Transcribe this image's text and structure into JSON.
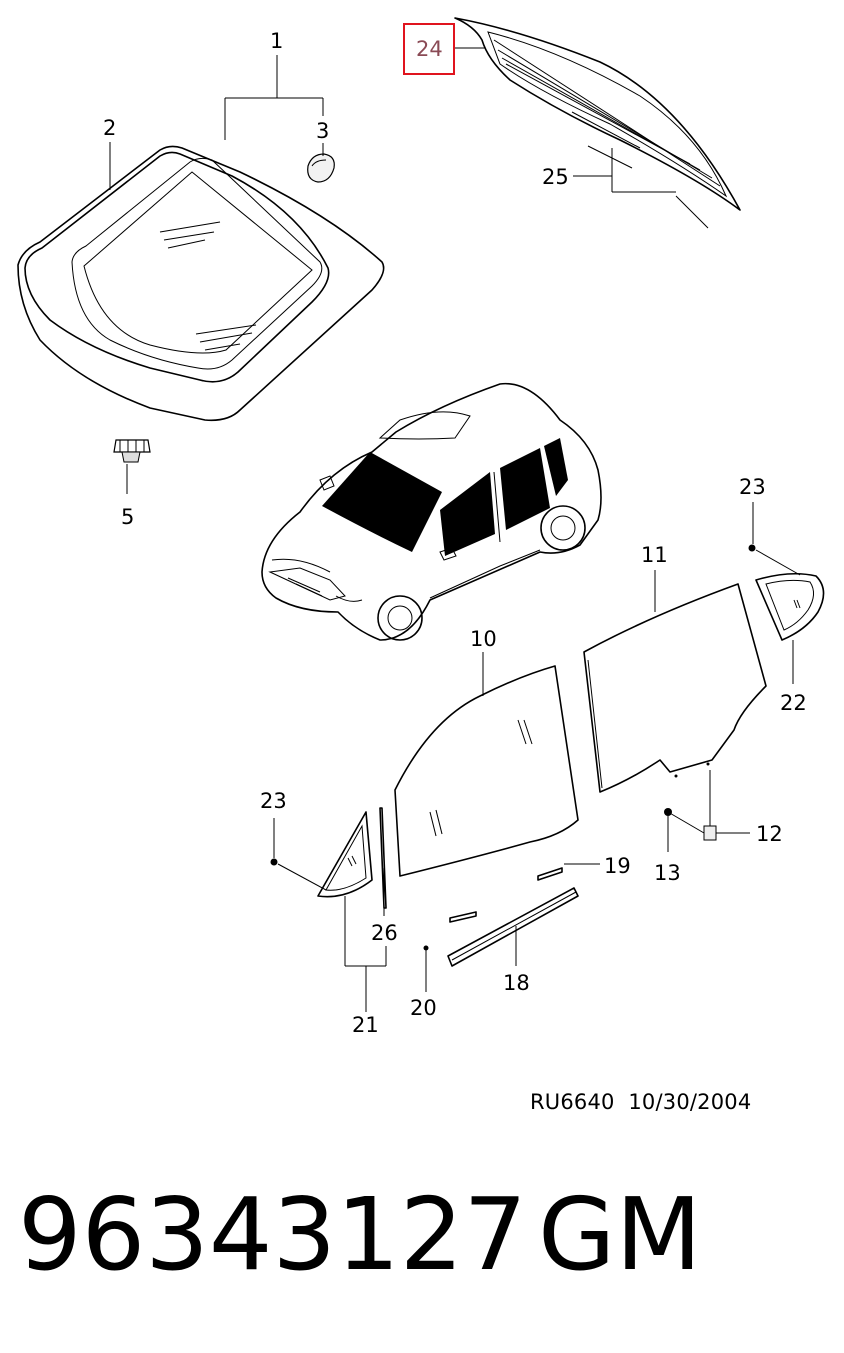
{
  "callouts": {
    "c1": "1",
    "c2": "2",
    "c3": "3",
    "c5": "5",
    "c10": "10",
    "c11": "11",
    "c12": "12",
    "c13": "13",
    "c18": "18",
    "c19": "19",
    "c20": "20",
    "c21": "21",
    "c22": "22",
    "c23a": "23",
    "c23b": "23",
    "c24": "24",
    "c25": "25",
    "c26": "26"
  },
  "highlight": {
    "callout": "24",
    "color": "#e0141e"
  },
  "footer": {
    "reference": "RU6640  10/30/2004"
  },
  "caption": {
    "part_number": "96343127",
    "brand": "GM"
  }
}
